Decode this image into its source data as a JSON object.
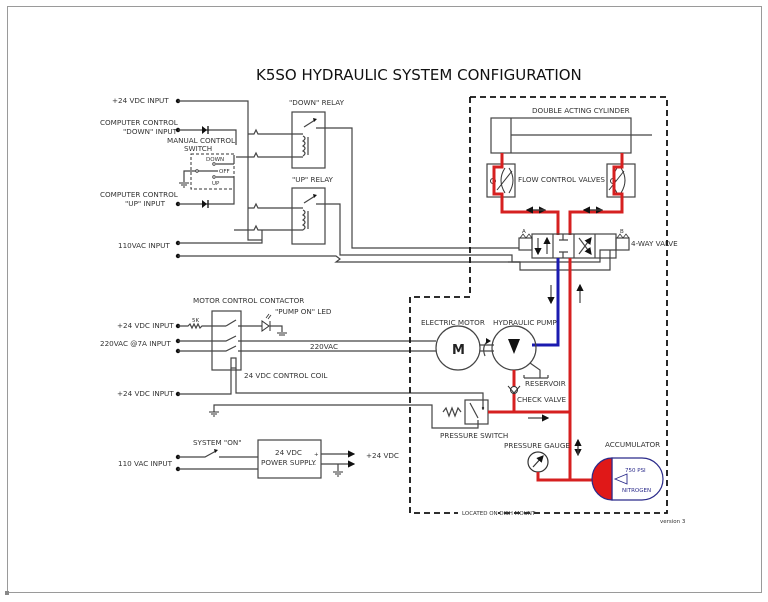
{
  "title": "K5SO HYDRAULIC SYSTEM CONFIGURATION",
  "version": "version 3",
  "inputs": {
    "plus24_top": "+24 VDC INPUT",
    "cc_down_1": "COMPUTER CONTROL",
    "cc_down_2": "\"DOWN\" INPUT",
    "cc_up_1": "COMPUTER CONTROL",
    "cc_up_2": "\"UP\" INPUT",
    "vac110": "110VAC INPUT",
    "plus24_motor": "+24 VDC INPUT",
    "vac220": "220VAC @7A INPUT",
    "plus24_coil": "+24 VDC INPUT",
    "vac110_psu": "110 VAC INPUT"
  },
  "manual_switch": {
    "label_1": "MANUAL CONTROL",
    "label_2": "SWITCH",
    "pos_down": "DOWN",
    "pos_off": "OFF",
    "pos_up": "UP"
  },
  "relays": {
    "down": "\"DOWN\" RELAY",
    "up": "\"UP\" RELAY"
  },
  "motor_contactor": {
    "label": "MOTOR CONTROL CONTACTOR",
    "resistor": "5K",
    "led": "\"PUMP ON\" LED",
    "line": "220VAC",
    "coil": "24 VDC CONTROL COIL"
  },
  "power_supply": {
    "switch": "SYSTEM \"ON\"",
    "label_1": "24 VDC",
    "label_2": "POWER SUPPLY",
    "plus": "+",
    "minus": "-",
    "output": "+24 VDC"
  },
  "hydraulics": {
    "cylinder": "DOUBLE ACTING CYLINDER",
    "flow_valves": "FLOW CONTROL VALVES",
    "valve": "4-WAY VALVE",
    "port_a": "A",
    "port_b": "B",
    "motor": "ELECTRIC MOTOR",
    "motor_symbol": "M",
    "pump": "HYDRAULIC PUMP",
    "reservoir": "RESERVOIR",
    "check_valve": "CHECK VALVE",
    "pressure_switch": "PRESSURE SWITCH",
    "pressure_gauge": "PRESSURE GAUGE",
    "accumulator": "ACCUMULATOR",
    "acc_psi": "750 PSI",
    "acc_gas": "NITROGEN",
    "dish_mount": "LOCATED ON DISH MOUNT"
  },
  "colors": {
    "pressure_line": "#d62020",
    "return_line": "#1b1bb0",
    "wire": "#444444"
  }
}
